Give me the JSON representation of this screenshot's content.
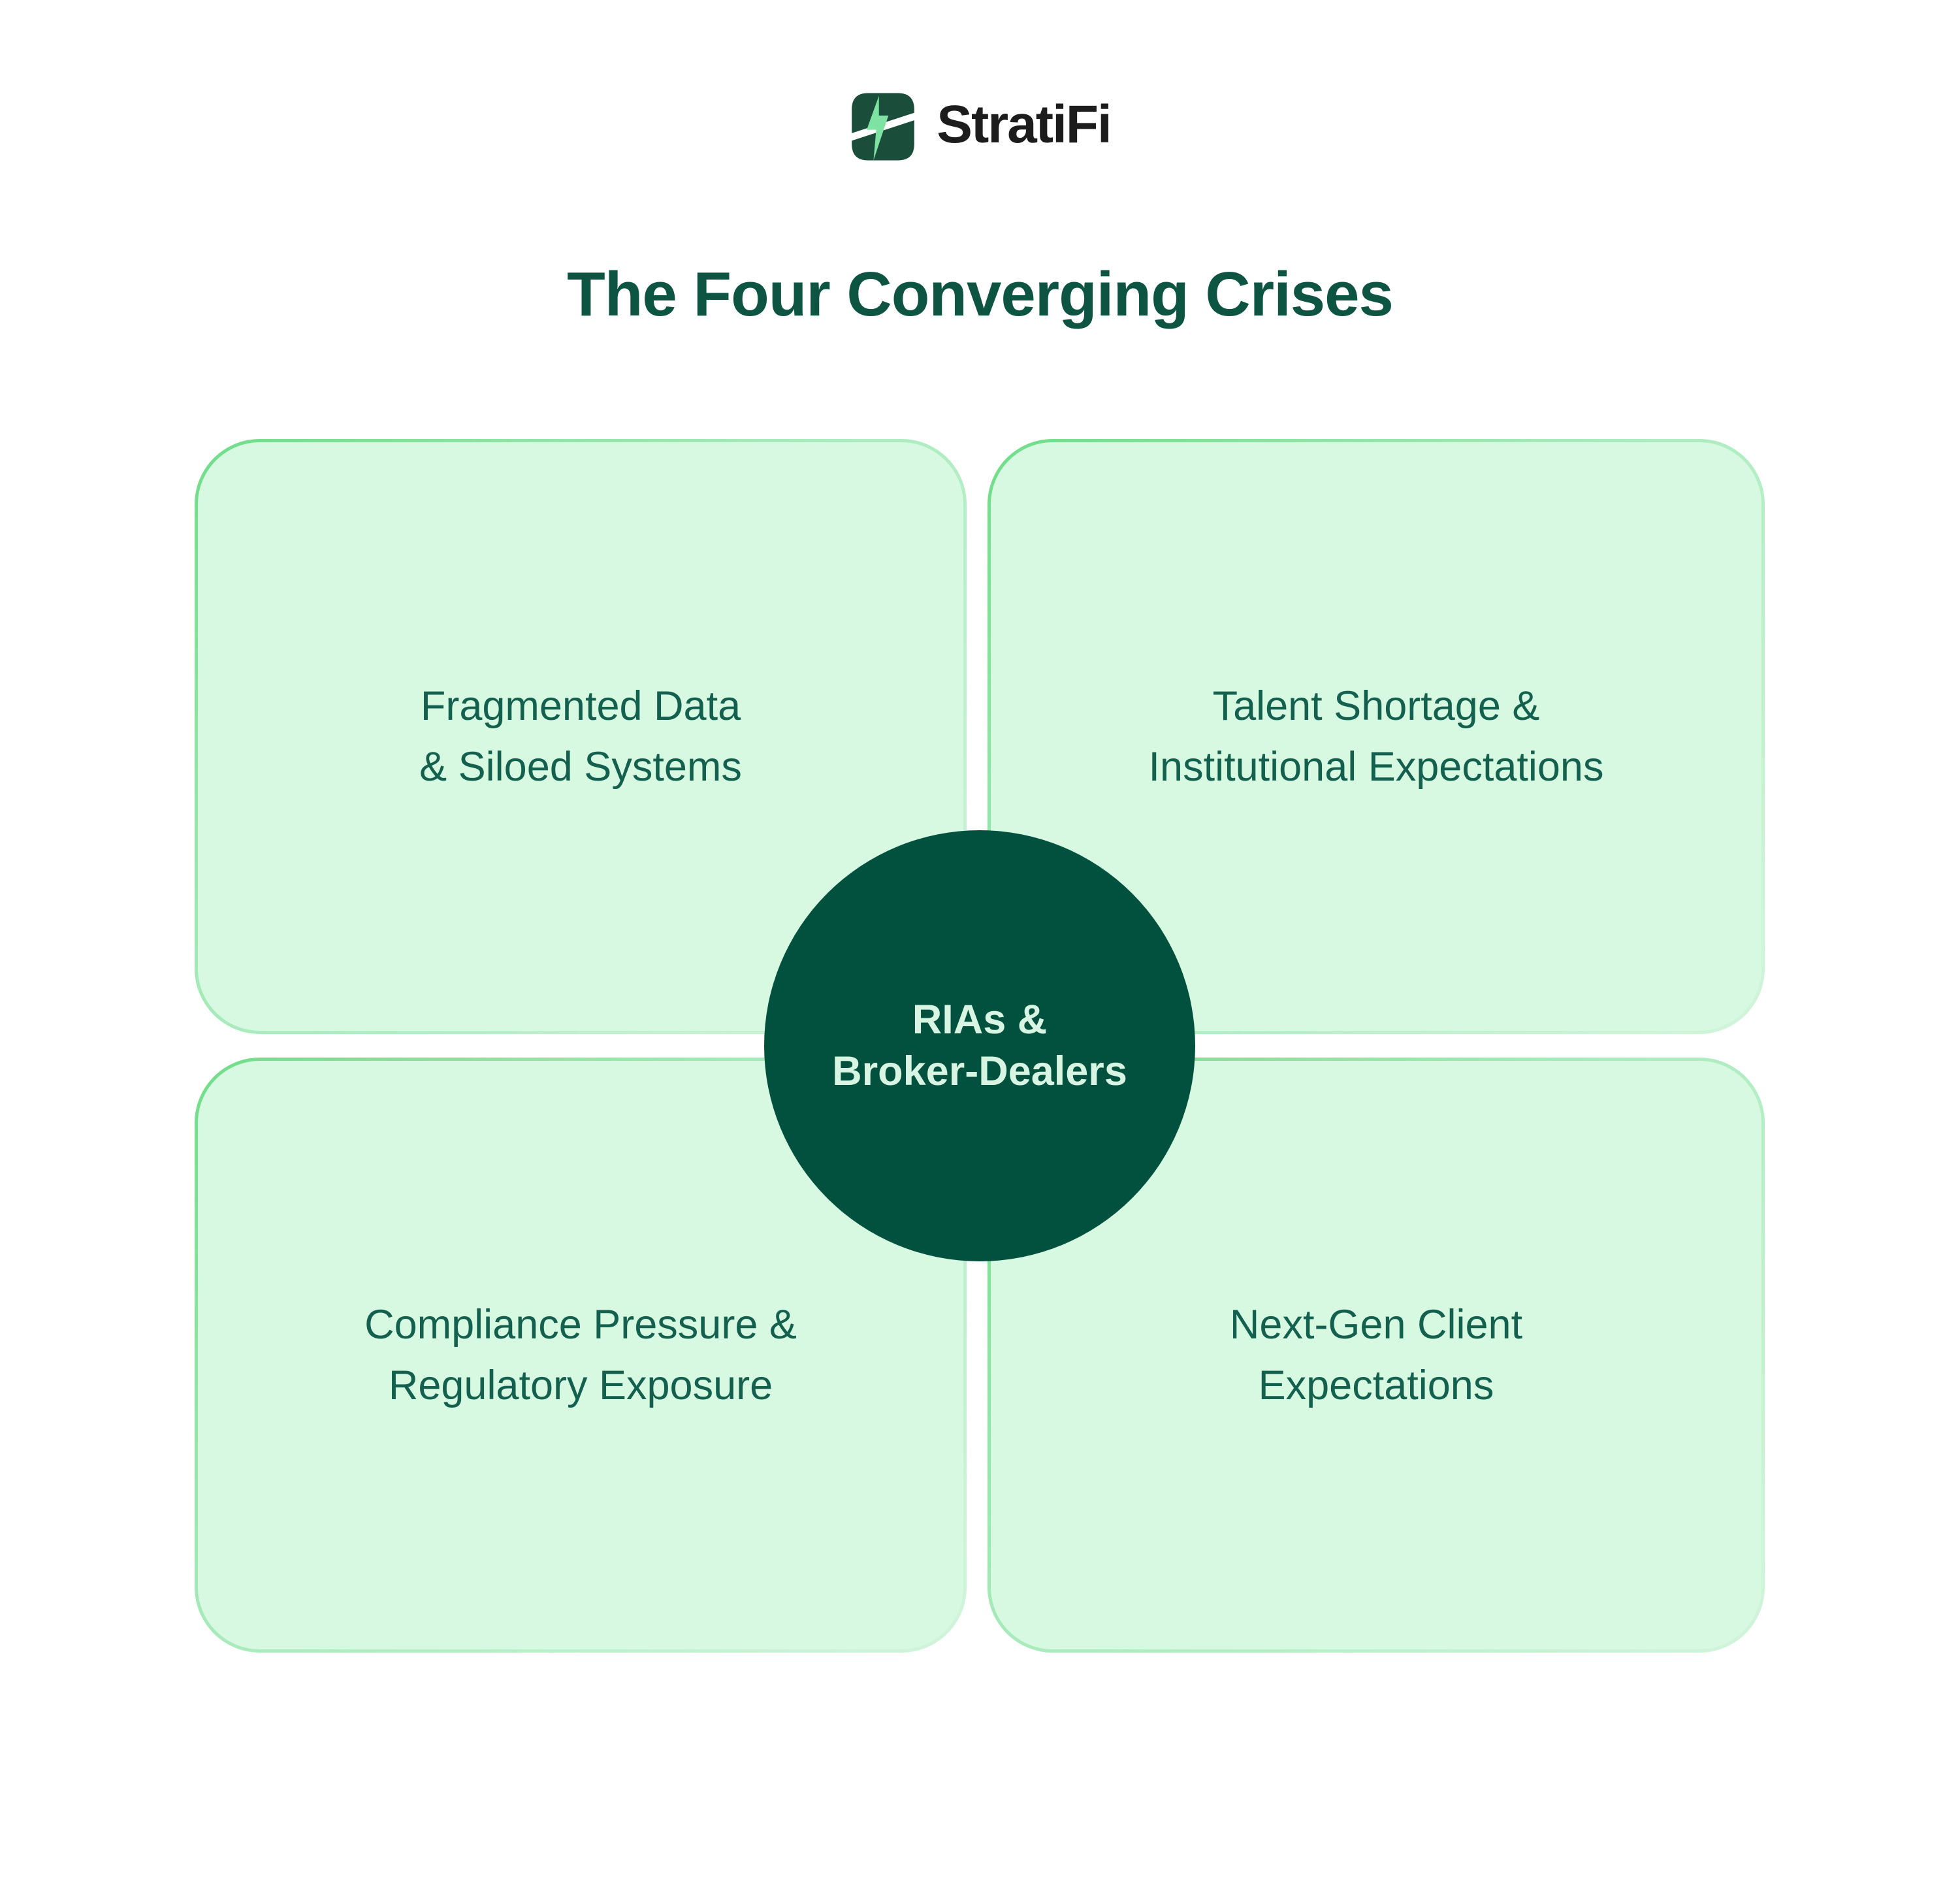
{
  "logo": {
    "brand": "StratiFi",
    "icon": "stratifi-bolt-icon"
  },
  "title": "The Four Converging Crises",
  "center": {
    "line1": "RIAs &",
    "line2": "Broker-Dealers"
  },
  "cards": [
    {
      "id": "fragmented-data",
      "line1": "Fragmented Data",
      "line2": "& Siloed Systems"
    },
    {
      "id": "talent-shortage",
      "line1": "Talent Shortage &",
      "line2": "Institutional Expectations"
    },
    {
      "id": "compliance-pressure",
      "line1": "Compliance Pressure &",
      "line2": "Regulatory Exposure"
    },
    {
      "id": "next-gen-client",
      "line1": "Next-Gen Client",
      "line2": "Expectations"
    }
  ],
  "colors": {
    "background": "#ffffff",
    "card_fill": "#d7f8e1",
    "card_border_strong": "#6fdd88",
    "card_border_faded": "#d2f5db",
    "circle_fill": "#02513f",
    "circle_text": "#d7f5e2",
    "title_text": "#0e5442",
    "card_text": "#14604e",
    "logo_dark_green": "#1b4d3b",
    "logo_bolt_green": "#7ee3a2",
    "logo_word_color": "#1c1c1c"
  }
}
